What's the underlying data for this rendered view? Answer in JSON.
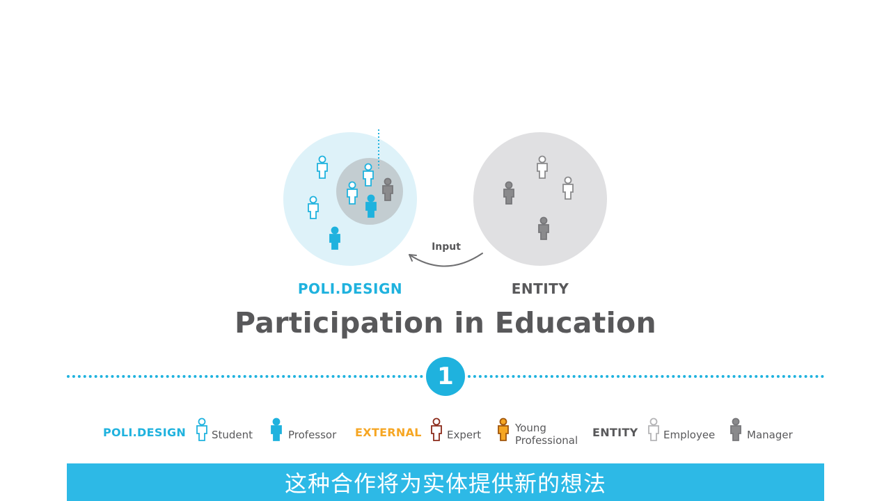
{
  "diagram": {
    "title": "Participation in Education",
    "left_circle_label": "POLI.DESIGN",
    "right_circle_label": "ENTITY",
    "arrow_label": "Input",
    "step_number": "1"
  },
  "legend": {
    "poli_group": "POLI.DESIGN",
    "student": "Student",
    "professor": "Professor",
    "external_group": "EXTERNAL",
    "expert": "Expert",
    "young_professional_line1": "Young",
    "young_professional_line2": "Professional",
    "entity_group": "ENTITY",
    "employee": "Employee",
    "manager": "Manager"
  },
  "subtitle": "这种合作将为实体提供新的想法",
  "colors": {
    "poli_blue": "#1fb2de",
    "external_orange": "#f6a623",
    "expert_brown": "#8b2a1a",
    "entity_gray": "#58585a",
    "manager_gray": "#8a8a8c",
    "employee_outline": "#b4b4b6",
    "left_circle_fill": "#def2f9",
    "inner_circle_fill": "#c3cdd1",
    "right_circle_fill": "#e0e0e2",
    "subtitle_bar": "#2db9e6"
  },
  "icons": {
    "person": "person-icon",
    "arrow": "curved-arrow-icon"
  }
}
